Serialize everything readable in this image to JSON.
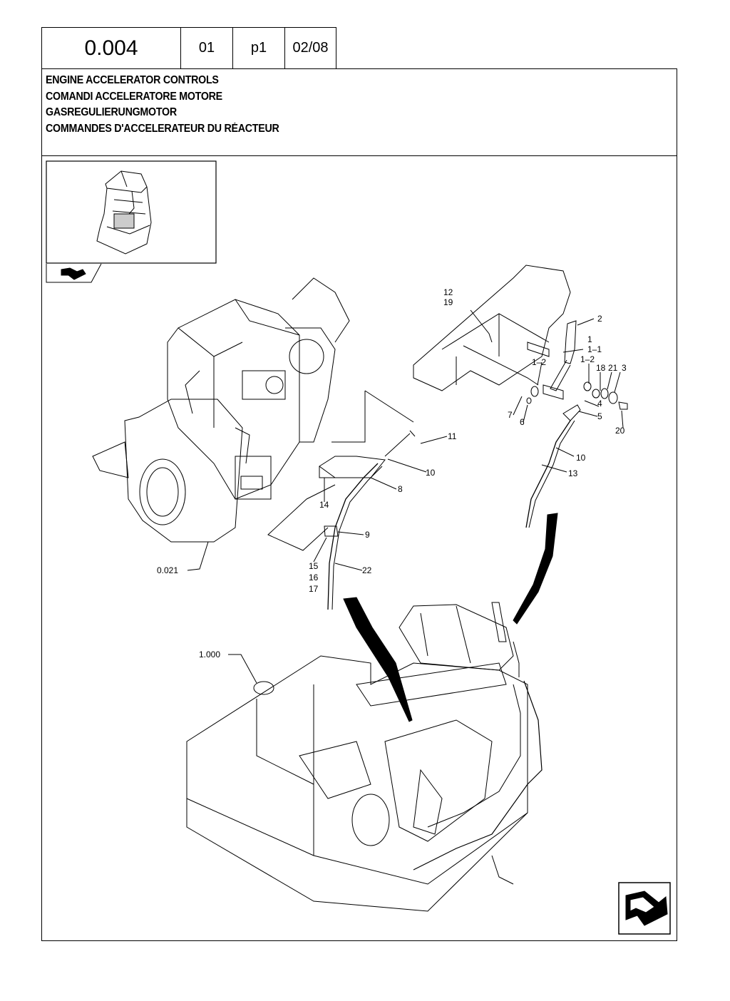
{
  "header": {
    "code": "0.004",
    "revision": "01",
    "page": "p1",
    "date": "02/08"
  },
  "titles": [
    "ENGINE ACCELERATOR CONTROLS",
    "COMANDI ACCELERATORE MOTORE",
    "GASREGULIERUNGMOTOR",
    "COMMANDES D'ACCELERATEUR DU RÉACTEUR"
  ],
  "callouts": {
    "c12": "12",
    "c19": "19",
    "c2": "2",
    "c1": "1",
    "c1_1": "1–1",
    "c1_2a": "1–2",
    "c1_2b": "1–2",
    "c18": "18",
    "c21": "21",
    "c3": "3",
    "c4": "4",
    "c5": "5",
    "c7": "7",
    "c6": "6",
    "c20": "20",
    "c11": "11",
    "c10a": "10",
    "c10b": "10",
    "c13": "13",
    "c8": "8",
    "c14": "14",
    "c9": "9",
    "c15": "15",
    "c16": "16",
    "c17": "17",
    "c22": "22",
    "ref_engine": "0.021",
    "ref_frame": "1.000"
  },
  "icons": {
    "nav_small": "arrow-nav-icon",
    "nav_large": "continue-arrow-icon",
    "thumbnail": "excavator-cab-thumbnail"
  }
}
